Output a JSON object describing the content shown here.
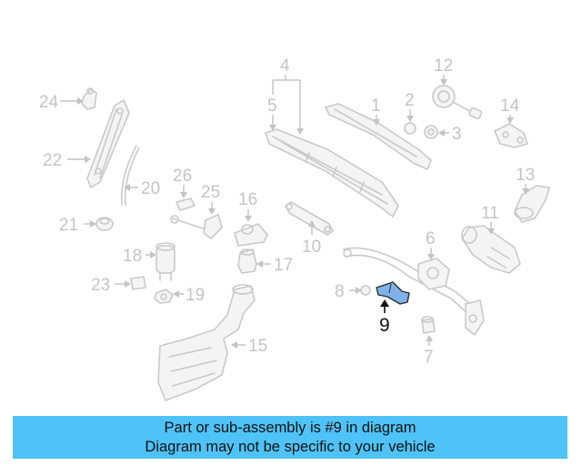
{
  "diagram": {
    "callouts": [
      {
        "id": "c1",
        "label": "1"
      },
      {
        "id": "c2",
        "label": "2"
      },
      {
        "id": "c3",
        "label": "3"
      },
      {
        "id": "c4",
        "label": "4"
      },
      {
        "id": "c5",
        "label": "5"
      },
      {
        "id": "c6",
        "label": "6"
      },
      {
        "id": "c7",
        "label": "7"
      },
      {
        "id": "c8",
        "label": "8"
      },
      {
        "id": "c9",
        "label": "9"
      },
      {
        "id": "c10",
        "label": "10"
      },
      {
        "id": "c11",
        "label": "11"
      },
      {
        "id": "c12",
        "label": "12"
      },
      {
        "id": "c13",
        "label": "13"
      },
      {
        "id": "c14",
        "label": "14"
      },
      {
        "id": "c15",
        "label": "15"
      },
      {
        "id": "c16",
        "label": "16"
      },
      {
        "id": "c17",
        "label": "17"
      },
      {
        "id": "c18",
        "label": "18"
      },
      {
        "id": "c19",
        "label": "19"
      },
      {
        "id": "c20",
        "label": "20"
      },
      {
        "id": "c21",
        "label": "21"
      },
      {
        "id": "c22",
        "label": "22"
      },
      {
        "id": "c23",
        "label": "23"
      },
      {
        "id": "c24",
        "label": "24"
      },
      {
        "id": "c25",
        "label": "25"
      },
      {
        "id": "c26",
        "label": "26"
      }
    ],
    "highlighted_part": "9",
    "highlight_color": "#7fb3e8",
    "part_stroke_color": "#c9c9c9",
    "label_color": "#c4c4c4"
  },
  "banner": {
    "line1": "Part or sub-assembly is #9 in diagram",
    "line2": "Diagram may not be specific to your vehicle",
    "color": "#4fc3f7"
  }
}
